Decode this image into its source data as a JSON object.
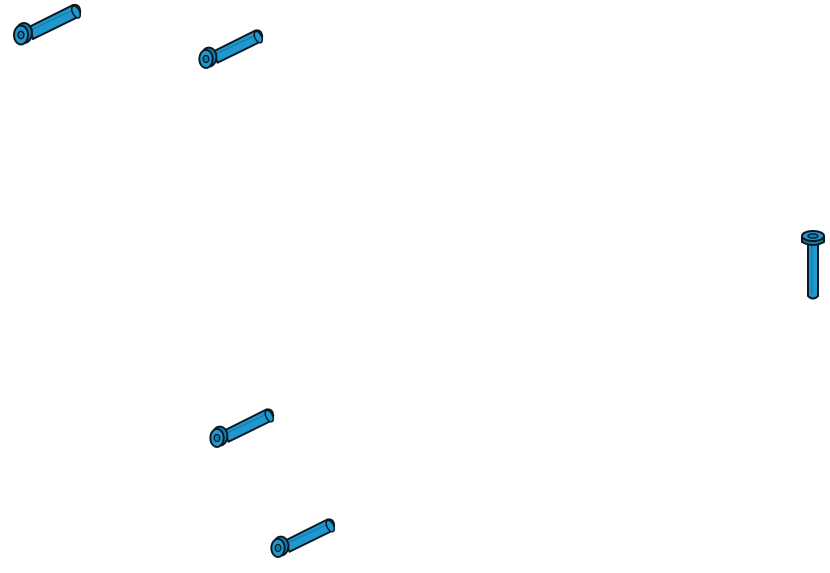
{
  "figure": {
    "background": "#ffffff",
    "screws": [
      {
        "id": "screw-1",
        "orientation": "diagonal-left-head",
        "icon": "screw-icon"
      },
      {
        "id": "screw-2",
        "orientation": "diagonal-left-head",
        "icon": "screw-icon"
      },
      {
        "id": "screw-3",
        "orientation": "vertical-top-head",
        "icon": "screw-icon"
      },
      {
        "id": "screw-4",
        "orientation": "diagonal-left-head",
        "icon": "screw-icon"
      },
      {
        "id": "screw-5",
        "orientation": "diagonal-left-head",
        "icon": "screw-icon"
      }
    ],
    "colors": {
      "body": "#1f97cf",
      "shadow": "#147aa8",
      "outline": "#0b1820"
    }
  }
}
